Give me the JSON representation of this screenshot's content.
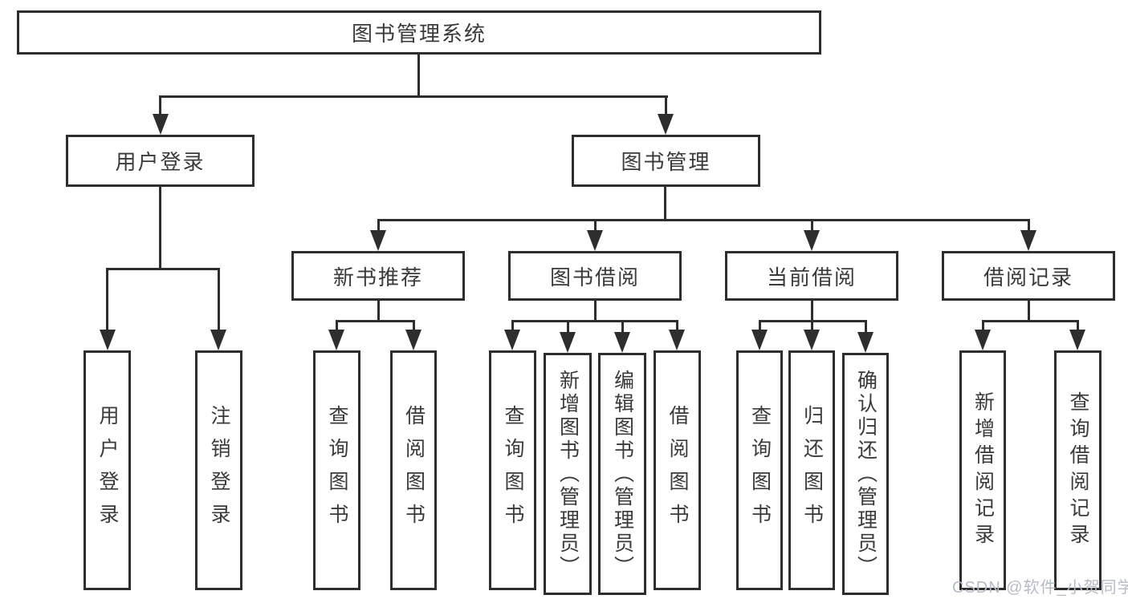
{
  "diagram_title": "图书管理系统",
  "watermark": "CSDN @软件_小贺同学",
  "colors": {
    "line": "#2e2e2e",
    "box_border": "#2e2e2e",
    "text": "#3a3a3a",
    "watermark": "#b6bcc6",
    "background": "#ffffff"
  },
  "tree": {
    "root": {
      "label": "图书管理系统"
    },
    "level1": [
      {
        "label": "用户登录"
      },
      {
        "label": "图书管理"
      }
    ],
    "level2": [
      {
        "label": "新书推荐",
        "parent": "图书管理"
      },
      {
        "label": "图书借阅",
        "parent": "图书管理"
      },
      {
        "label": "当前借阅",
        "parent": "图书管理"
      },
      {
        "label": "借阅记录",
        "parent": "图书管理"
      }
    ],
    "leaves": [
      {
        "label": "用户登录",
        "parent": "用户登录"
      },
      {
        "label": "注销登录",
        "parent": "用户登录"
      },
      {
        "label": "查询图书",
        "parent": "新书推荐"
      },
      {
        "label": "借阅图书",
        "parent": "新书推荐"
      },
      {
        "label": "查询图书",
        "parent": "图书借阅"
      },
      {
        "label": "新增图书（管理员）",
        "parent": "图书借阅"
      },
      {
        "label": "编辑图书（管理员）",
        "parent": "图书借阅"
      },
      {
        "label": "借阅图书",
        "parent": "图书借阅"
      },
      {
        "label": "查询图书",
        "parent": "当前借阅"
      },
      {
        "label": "归还图书",
        "parent": "当前借阅"
      },
      {
        "label": "确认归还（管理员）",
        "parent": "当前借阅"
      },
      {
        "label": "新增借阅记录",
        "parent": "借阅记录"
      },
      {
        "label": "查询借阅记录",
        "parent": "借阅记录"
      }
    ]
  }
}
